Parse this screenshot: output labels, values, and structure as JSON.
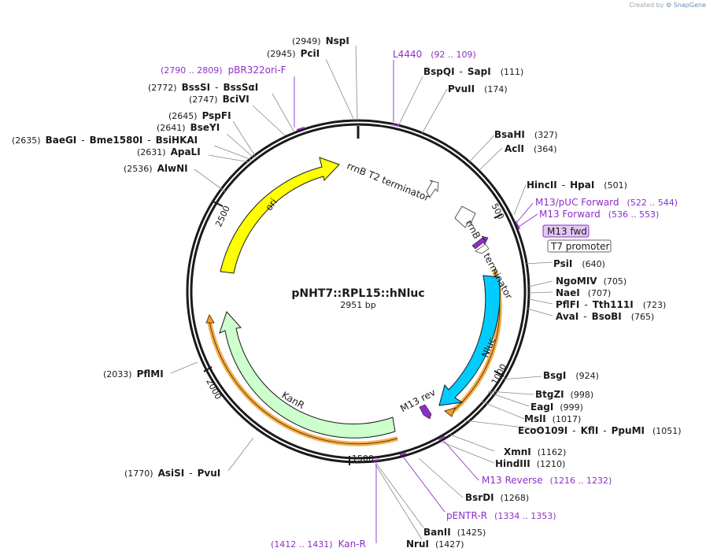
{
  "attribution": {
    "created_by": "Created by",
    "brand": "SnapGene"
  },
  "plasmid": {
    "name": "pNHT7::RPL15::hNluc",
    "length": "2951 bp"
  },
  "colors": {
    "ring": "#1a1a1a",
    "ori": "#ffff00",
    "nluc": "#00ccff",
    "kanr": "#ccffcc",
    "primer": "#8e2ec9",
    "orf": "#f0a030",
    "site": "#000000"
  },
  "tick_labels": [
    "500",
    "1000",
    "1500",
    "2000",
    "2500"
  ],
  "features": [
    {
      "name": "ori",
      "label": "ori"
    },
    {
      "name": "nluc",
      "label": "Nluc"
    },
    {
      "name": "kanr",
      "label": "KanR"
    },
    {
      "name": "rrnb-t2",
      "label": "rrnB T2 terminator"
    },
    {
      "name": "rrnb-t1",
      "label": "rrnB T1 terminator"
    },
    {
      "name": "m13-rev",
      "label": "M13 rev"
    },
    {
      "name": "m13-fwd",
      "label": "M13 fwd"
    },
    {
      "name": "t7-promoter",
      "label": "T7 promoter"
    }
  ],
  "sites": [
    {
      "pos": "(2949)",
      "name": "NspI"
    },
    {
      "pos": "(2945)",
      "name": "PciI"
    },
    {
      "pos": "(2790 .. 2809)",
      "name": "pBR322ori-F"
    },
    {
      "pos": "(2772)",
      "name": "BssSI",
      "alt": "BssSαI"
    },
    {
      "pos": "(2747)",
      "name": "BciVI"
    },
    {
      "pos": "(2645)",
      "name": "PspFI"
    },
    {
      "pos": "(2641)",
      "name": "BseYI"
    },
    {
      "pos": "(2635)",
      "name": "BaeGI",
      "alt": "Bme1580I",
      "alt2": "BsiHKAI"
    },
    {
      "pos": "(2631)",
      "name": "ApaLI"
    },
    {
      "pos": "(2536)",
      "name": "AlwNI"
    },
    {
      "pos": "(2033)",
      "name": "PflMI"
    },
    {
      "pos": "(1770)",
      "name": "AsiSI",
      "alt": "PvuI"
    },
    {
      "pos": "(1412 .. 1431)",
      "name": "Kan-R"
    },
    {
      "pos": "(1427)",
      "name": "NruI"
    },
    {
      "pos": "(1425)",
      "name": "BanII"
    },
    {
      "pos": "(1334 .. 1353)",
      "name": "pENTR-R"
    },
    {
      "pos": "(1268)",
      "name": "BsrDI"
    },
    {
      "pos": "(1216 .. 1232)",
      "name": "M13 Reverse"
    },
    {
      "pos": "(1210)",
      "name": "HindIII"
    },
    {
      "pos": "(1162)",
      "name": "XmnI"
    },
    {
      "pos": "(1051)",
      "name": "EcoO109I",
      "alt": "KflI",
      "alt2": "PpuMI"
    },
    {
      "pos": "(1017)",
      "name": "MslI"
    },
    {
      "pos": "(999)",
      "name": "EagI"
    },
    {
      "pos": "(998)",
      "name": "BtgZI"
    },
    {
      "pos": "(924)",
      "name": "BsgI"
    },
    {
      "pos": "(765)",
      "name": "AvaI",
      "alt": "BsoBI"
    },
    {
      "pos": "(723)",
      "name": "PflFI",
      "alt": "Tth111I"
    },
    {
      "pos": "(707)",
      "name": "NaeI"
    },
    {
      "pos": "(705)",
      "name": "NgoMIV"
    },
    {
      "pos": "(640)",
      "name": "PsiI"
    },
    {
      "pos": "(536 .. 553)",
      "name": "M13 Forward"
    },
    {
      "pos": "(522 .. 544)",
      "name": "M13/pUC Forward"
    },
    {
      "pos": "(501)",
      "name": "HincII",
      "alt": "HpaI"
    },
    {
      "pos": "(364)",
      "name": "AclI"
    },
    {
      "pos": "(327)",
      "name": "BsaHI"
    },
    {
      "pos": "(174)",
      "name": "PvuII"
    },
    {
      "pos": "(111)",
      "name": "BspQI",
      "alt": "SapI"
    },
    {
      "pos": "(92 .. 109)",
      "name": "L4440"
    }
  ]
}
